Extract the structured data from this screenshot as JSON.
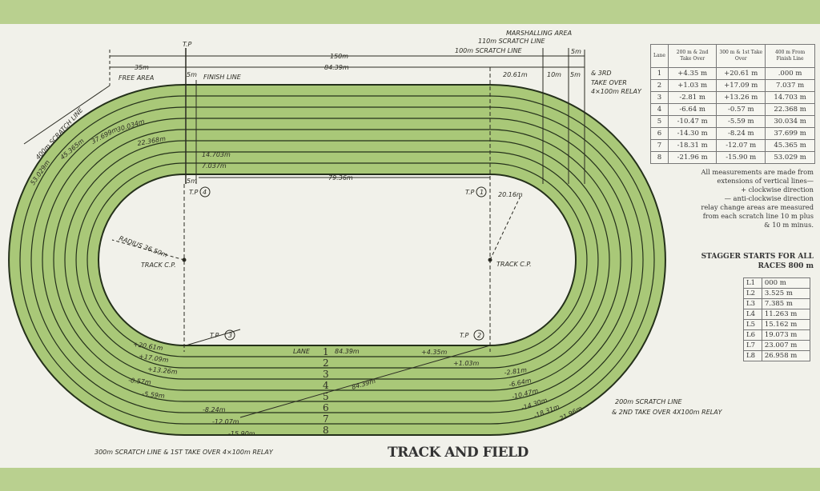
{
  "title": "TRACK AND FIELD",
  "colors": {
    "track_green": "#a9c878",
    "line": "#24301a",
    "paper": "#f1f1ea",
    "border": "#b9d08f"
  },
  "lane_table": {
    "headers": [
      "Lane",
      "200 m & 2nd Take Over",
      "300 m & 1st Take Over",
      "400 m From Finish Line"
    ],
    "rows": [
      [
        "1",
        "+4.35 m",
        "+20.61 m",
        ".000 m"
      ],
      [
        "2",
        "+1.03 m",
        "+17.09 m",
        "7.037 m"
      ],
      [
        "3",
        "-2.81 m",
        "+13.26 m",
        "14.703 m"
      ],
      [
        "4",
        "-6.64 m",
        "-0.57 m",
        "22.368 m"
      ],
      [
        "5",
        "-10.47 m",
        "-5.59 m",
        "30.034 m"
      ],
      [
        "6",
        "-14.30 m",
        "-8.24 m",
        "37.699 m"
      ],
      [
        "7",
        "-18.31 m",
        "-12.07 m",
        "45.365 m"
      ],
      [
        "8",
        "-21.96 m",
        "-15.90 m",
        "53.029 m"
      ]
    ]
  },
  "notes": [
    "All measurements are made from",
    "extensions of vertical lines—",
    "+ clockwise direction",
    "— anti-clockwise direction",
    "relay change areas are measured",
    "from each scratch line 10 m plus",
    "& 10 m minus."
  ],
  "stagger": {
    "title": [
      "STAGGER STARTS FOR ALL",
      "RACES 800 m"
    ],
    "rows": [
      [
        "L1",
        "000 m"
      ],
      [
        "L2",
        "3.525 m"
      ],
      [
        "L3",
        "7.385 m"
      ],
      [
        "L4",
        "11.263 m"
      ],
      [
        "L5",
        "15.162 m"
      ],
      [
        "L6",
        "19.073 m"
      ],
      [
        "L7",
        "23.007 m"
      ],
      [
        "L8",
        "26.958 m"
      ]
    ]
  },
  "labels": {
    "tp": "T.P",
    "d150": "150m",
    "d35": "35m",
    "d8439": "84.39m",
    "free_area": "FREE AREA",
    "d5a": "5m",
    "finish": "FINISH LINE",
    "marshalling": "MARSHALLING AREA",
    "s110": "110m SCRATCH LINE",
    "s100": "100m SCRATCH LINE",
    "d5b": "5m",
    "d2061": "20.61m",
    "d10": "10m",
    "d5c": "5m",
    "relay3a": "& 3RD",
    "relay3b": "TAKE OVER",
    "relay3c": "4×100m RELAY",
    "s400": "400m SCRATCH LINE",
    "st53": "53.029m",
    "st45": "45.365m",
    "st37": "37.699m",
    "st30": "30.034m",
    "st22": "22.368m",
    "st14": "14.703m",
    "st7": "7.037m",
    "d5d": "5m",
    "d7936": "79.36m",
    "tp4": "4",
    "tp1": "1",
    "tp3": "3",
    "tp2": "2",
    "radius": "RADIUS 36.50m",
    "cp": "TRACK C.P.",
    "d2016": "20.16m",
    "b1": "+20.61m",
    "b2": "+17.09m",
    "b3": "+13.26m",
    "b4": "-0.57m",
    "b5": "-5.59m",
    "b6": "-8.24m",
    "b7": "-12.07m",
    "b8": "-15.90m",
    "lane": "LANE",
    "lane_len": "84.39m",
    "diag": "84.39m",
    "r1": "+4.35m",
    "r2": "+1.03m",
    "r3": "-2.81m",
    "r4": "-6.64m",
    "r5": "-10.47m",
    "r6": "-14.30m",
    "r7": "-18.31m",
    "r8": "-21.96m",
    "s200a": "200m SCRATCH LINE",
    "s200b": "& 2ND TAKE OVER 4X100m RELAY",
    "s300": "300m SCRATCH LINE & 1ST TAKE OVER 4×100m RELAY"
  },
  "lane_numbers": [
    "1",
    "2",
    "3",
    "4",
    "5",
    "6",
    "7",
    "8"
  ]
}
